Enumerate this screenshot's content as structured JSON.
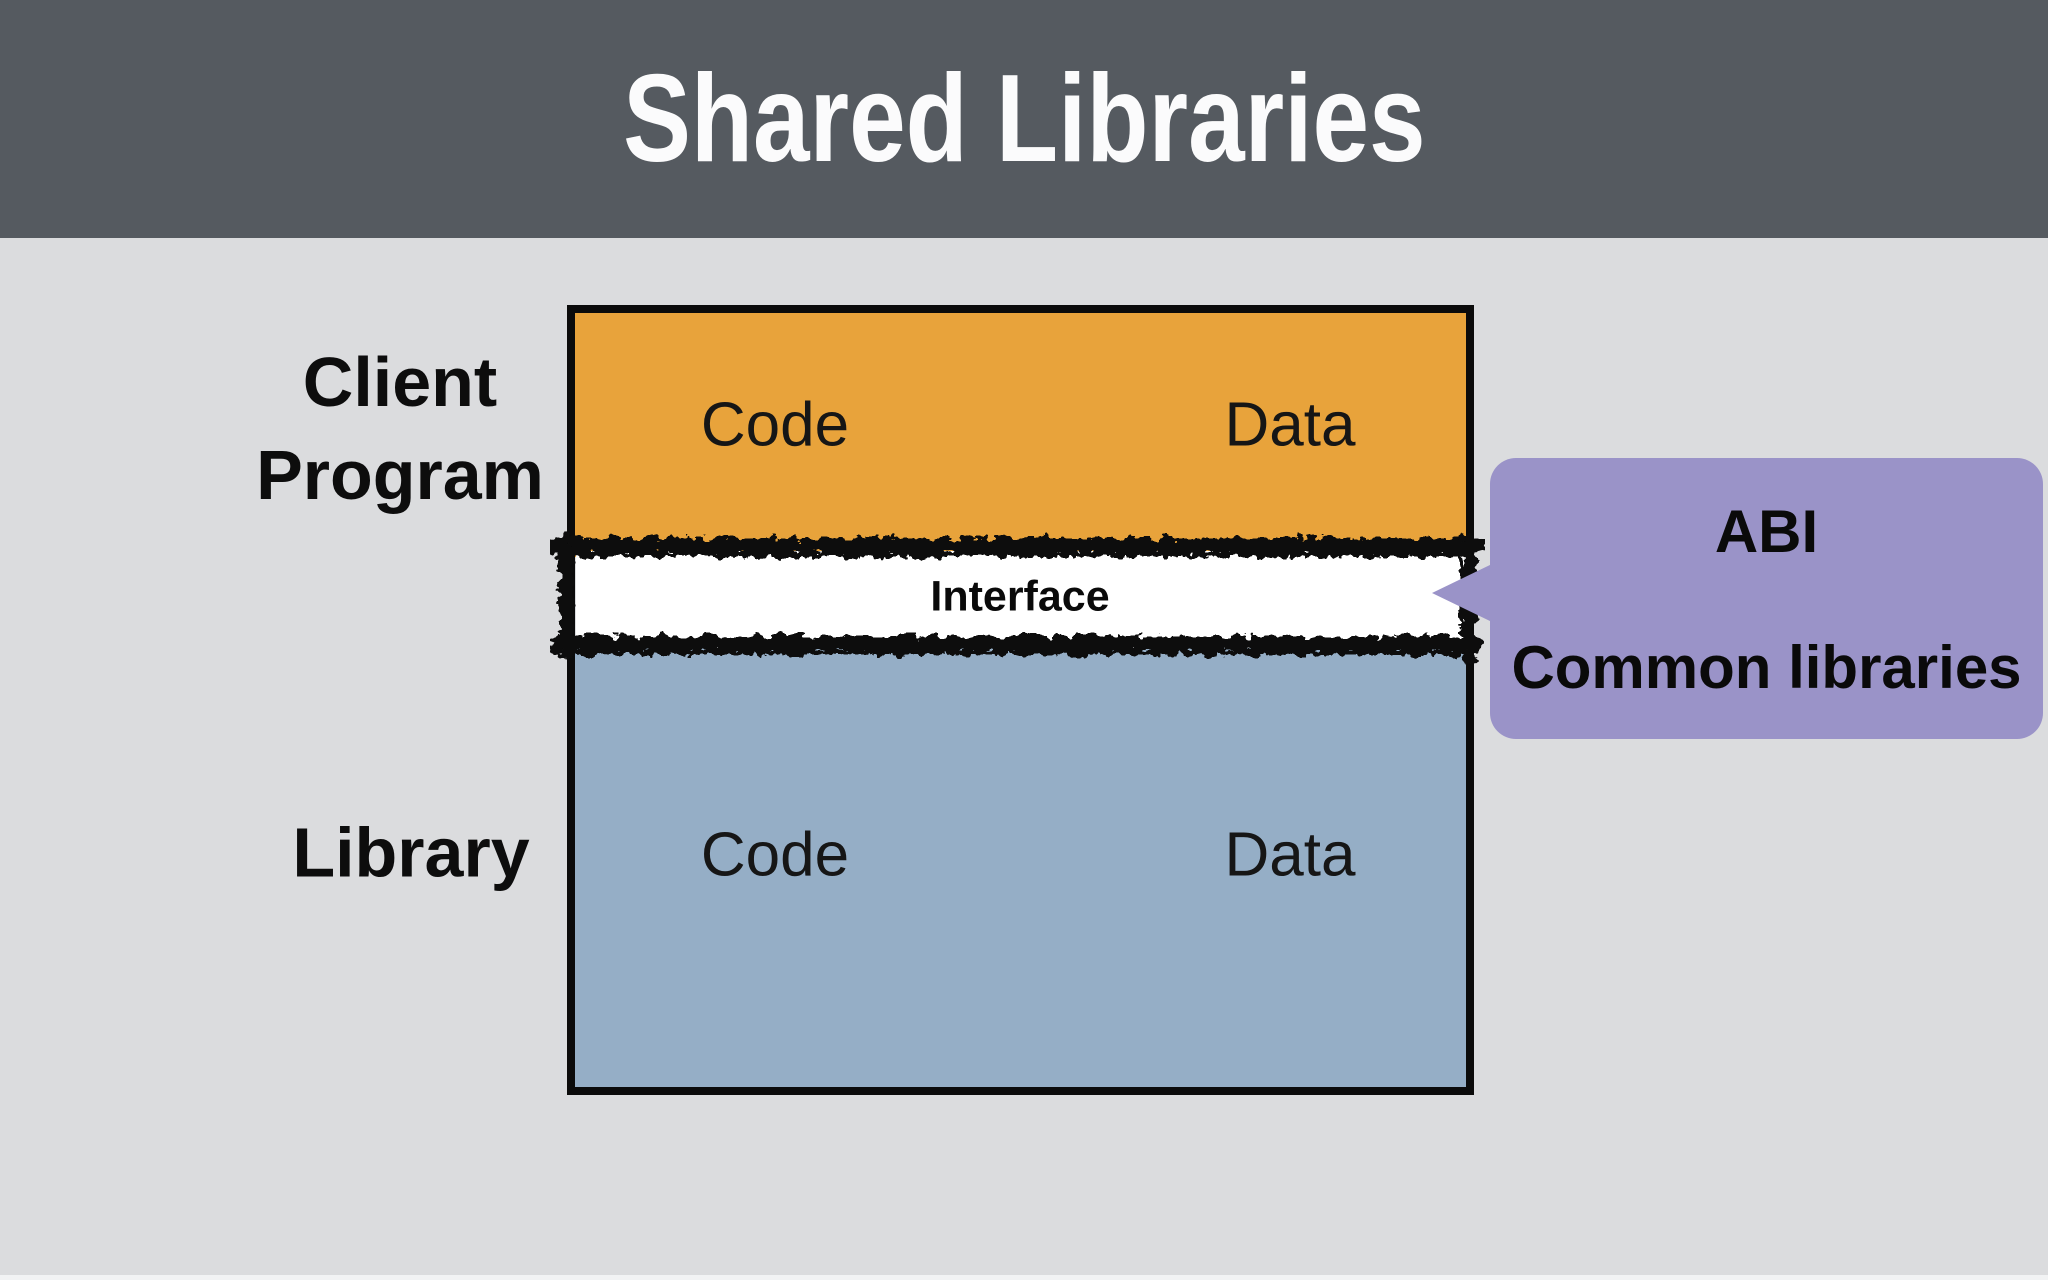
{
  "header": {
    "title": "Shared Libraries"
  },
  "diagram": {
    "client_label": {
      "line1": "Client",
      "line2": "Program"
    },
    "library_label": "Library",
    "client_box": {
      "left_cell": "Code",
      "right_cell": "Data"
    },
    "library_box": {
      "left_cell": "Code",
      "right_cell": "Data"
    },
    "interface": {
      "label": "Interface"
    },
    "callout": {
      "line1": "ABI",
      "line2": "Common libraries"
    }
  },
  "colors": {
    "background": "#dbdcde",
    "header_bg": "#555a60",
    "title_text": "#fbfbfc",
    "client_box_fill": "#e8a33b",
    "library_box_fill": "#95aec6",
    "interface_fill": "#ffffff",
    "callout_fill": "#9a93c8",
    "outline": "#0b0b0b",
    "label_text": "#0d0d0d"
  }
}
